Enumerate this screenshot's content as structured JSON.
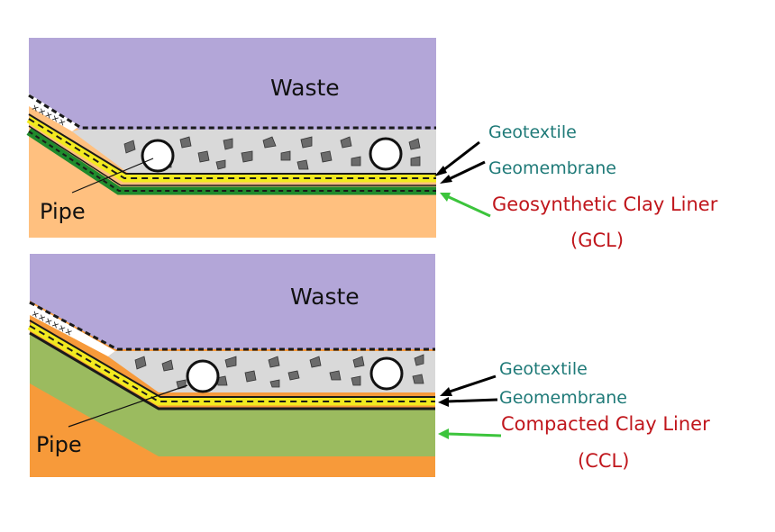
{
  "panels": [
    {
      "id": "gcl",
      "waste_label": "Waste",
      "pipe_label": "Pipe",
      "annotations": [
        {
          "text": "Geotextile",
          "color": "#1f7a78"
        },
        {
          "text": "Geomembrane",
          "color": "#1f7a78"
        },
        {
          "text": "Geosynthetic Clay Liner",
          "color": "#c0161c"
        },
        {
          "text": "(GCL)",
          "color": "#c0161c"
        }
      ]
    },
    {
      "id": "ccl",
      "waste_label": "Waste",
      "pipe_label": "Pipe",
      "annotations": [
        {
          "text": "Geotextile",
          "color": "#1f7a78"
        },
        {
          "text": "Geomembrane",
          "color": "#1f7a78"
        },
        {
          "text": "Compacted Clay Liner",
          "color": "#c0161c"
        },
        {
          "text": "(CCL)",
          "color": "#c0161c"
        }
      ]
    }
  ],
  "colors": {
    "waste": "#b3a6d8",
    "gravel": "#d9d9d9",
    "stone": "#6b6b6b",
    "geotextile": "#1a1a1a",
    "geomembrane": "#f2ea1f",
    "gcl": "#1f8a2c",
    "soil": "#ffc07f",
    "soil_dark": "#f79a3a",
    "clay": "#9bbb5f",
    "arrow_black": "#000000",
    "arrow_green": "#3cc43c"
  }
}
